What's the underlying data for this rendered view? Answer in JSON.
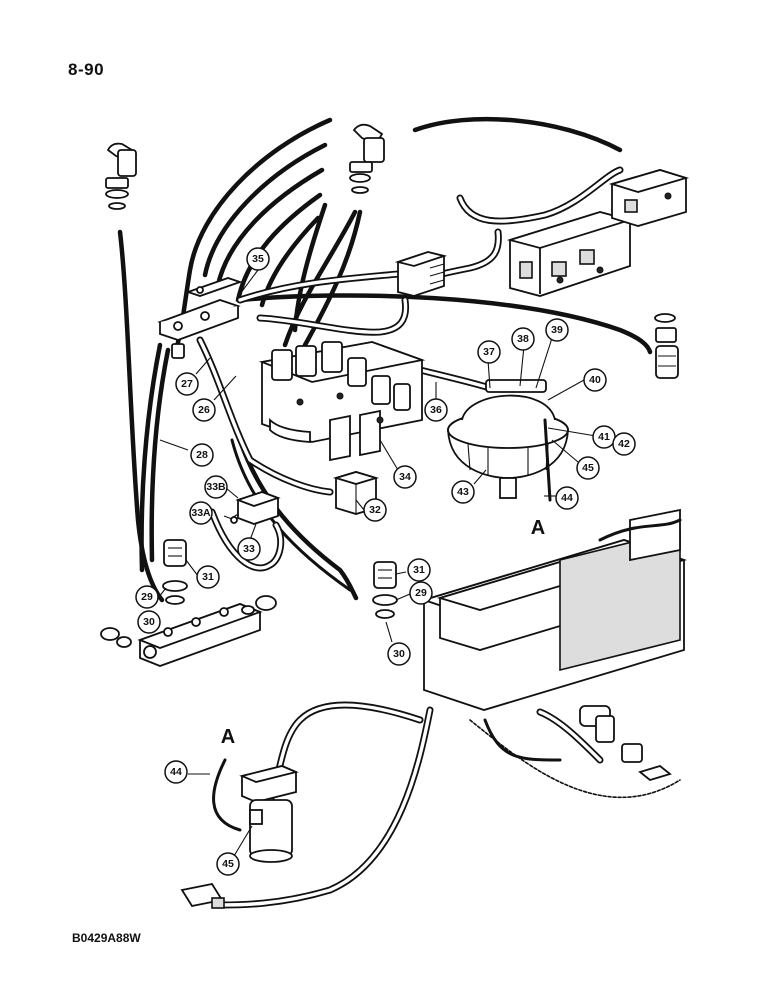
{
  "page_number": "8-90",
  "figure_code": "B0429A88W",
  "reference_letters": [
    "A",
    "A"
  ],
  "callouts": [
    "35",
    "27",
    "26",
    "28",
    "33B",
    "33A",
    "33",
    "29",
    "30",
    "31",
    "32",
    "34",
    "36",
    "37",
    "38",
    "39",
    "40",
    "41",
    "42",
    "45",
    "43",
    "44",
    "31",
    "29",
    "30",
    "44",
    "45"
  ]
}
